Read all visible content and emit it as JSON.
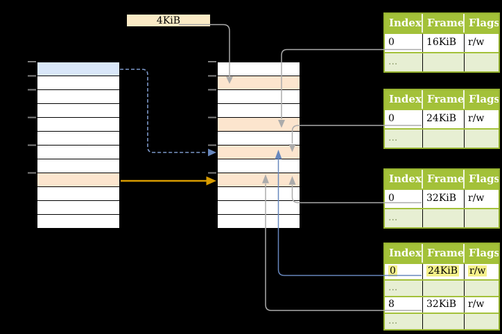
{
  "page_size_label": {
    "text": "4KiB"
  },
  "colors": {
    "background": "#000000",
    "blue_row": "#D9E7F9",
    "orange_row": "#FCE5CE",
    "label_box": "#FAEAC5",
    "table_header_green": "#A3C139",
    "table_border_green": "#96B32F",
    "table_muted_green": "#E7EFD3",
    "highlight_yellow": "#F4F08A",
    "gray_arrow": "#ABABAB",
    "blue_arrow": "#6787BD",
    "dashed_blue_arrow": "#7E99CB",
    "orange_arrow": "#D79B00",
    "tick_gray": "#7F7F7F"
  },
  "virtual_memory": {
    "row_count": 12,
    "highlighted_rows": {
      "0": "blue",
      "8": "orange"
    }
  },
  "physical_memory": {
    "row_count": 12,
    "highlighted_rows": {
      "1": "orange",
      "4": "orange",
      "6": "orange",
      "8": "orange"
    }
  },
  "page_tables": [
    {
      "name": "page-table-at-16kib",
      "headers": [
        "Index",
        "Frame",
        "Flags"
      ],
      "rows": [
        {
          "cells": [
            "0",
            "16KiB",
            "r/w"
          ]
        },
        {
          "cells": [
            "...",
            "",
            ""
          ],
          "muted": true
        }
      ]
    },
    {
      "name": "page-table-at-24kib",
      "headers": [
        "Index",
        "Frame",
        "Flags"
      ],
      "rows": [
        {
          "cells": [
            "0",
            "24KiB",
            "r/w"
          ]
        },
        {
          "cells": [
            "...",
            "",
            ""
          ],
          "muted": true
        }
      ]
    },
    {
      "name": "page-table-at-32kib",
      "headers": [
        "Index",
        "Frame",
        "Flags"
      ],
      "rows": [
        {
          "cells": [
            "0",
            "32KiB",
            "r/w"
          ]
        },
        {
          "cells": [
            "...",
            "",
            ""
          ],
          "muted": true
        }
      ]
    },
    {
      "name": "page-table-level1",
      "headers": [
        "Index",
        "Frame",
        "Flags"
      ],
      "rows": [
        {
          "cells": [
            "0",
            "24KiB",
            "r/w"
          ],
          "highlight": true
        },
        {
          "cells": [
            "...",
            "",
            ""
          ],
          "muted": true
        },
        {
          "cells": [
            "8",
            "32KiB",
            "r/w"
          ]
        },
        {
          "cells": [
            "...",
            "",
            ""
          ],
          "muted": true
        }
      ]
    }
  ]
}
